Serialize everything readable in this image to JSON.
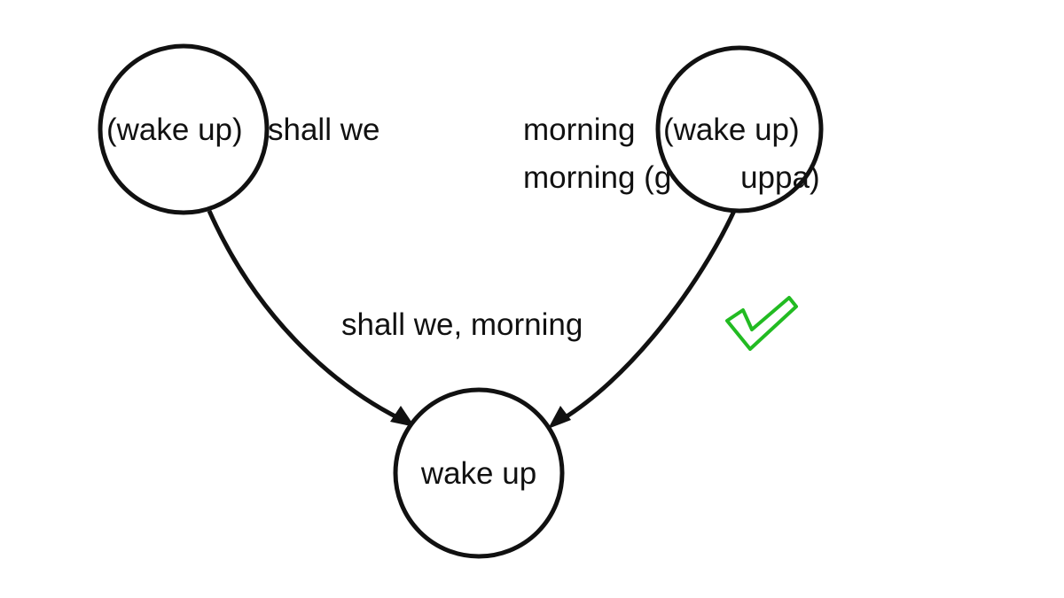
{
  "nodes": {
    "left": {
      "label": "(wake up)",
      "trailing_text": "shall we"
    },
    "right": {
      "line1_prefix": "morning",
      "line1_label": "(wake up)",
      "line2": "morning (g        uppa)"
    },
    "bottom": {
      "label": "wake up"
    }
  },
  "edges": {
    "label": "shall we, morning"
  },
  "check": {
    "icon": "checkmark-icon",
    "color": "#22bb22"
  },
  "colors": {
    "ink": "#111111",
    "background": "#ffffff"
  }
}
